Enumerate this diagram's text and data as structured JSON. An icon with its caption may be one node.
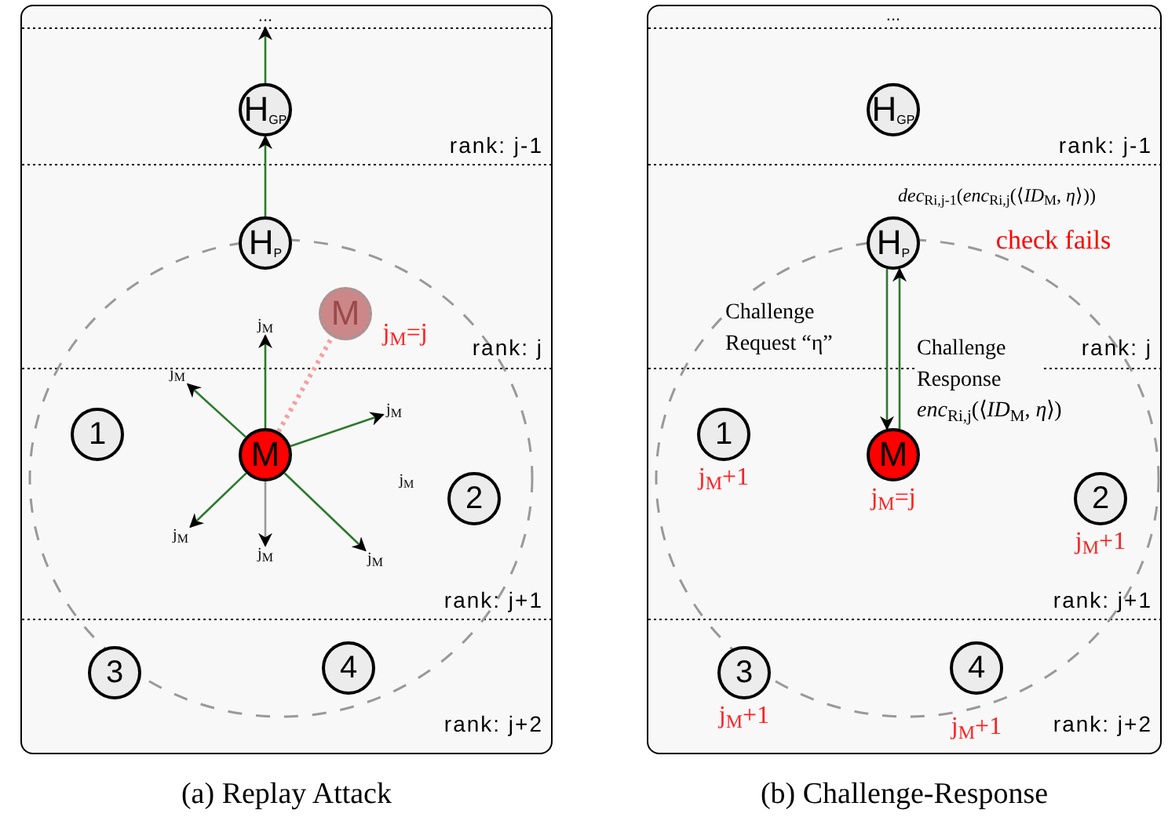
{
  "diagram": {
    "nodes": [
      {
        "text": [
          "(a) Replay Attack"
        ]
      },
      {
        "text": [
          "..."
        ],
        "in": 0
      },
      {
        "text": [
          "H$_{GP}$"
        ],
        "in": 0
      },
      {
        "text": [
          "H$_{P}$"
        ],
        "in": 0
      },
      {
        "text": [
          "M"
        ],
        "in": 0,
        "beside": [
          "j$_{M}$=j"
        ]
      },
      {
        "text": [
          "M"
        ],
        "in": 0
      },
      {
        "text": [
          "1"
        ],
        "in": 0
      },
      {
        "text": [
          "2"
        ],
        "in": 0
      },
      {
        "text": [
          "3"
        ],
        "in": 0
      },
      {
        "text": [
          "4"
        ],
        "in": 0
      },
      {
        "text": [
          "j$_{M}$"
        ],
        "in": 0
      },
      {
        "text": [
          "j$_{M}$"
        ],
        "in": 0
      },
      {
        "text": [
          "j$_{M}$"
        ],
        "in": 0
      },
      {
        "text": [
          "j$_{M}$"
        ],
        "in": 0
      },
      {
        "text": [
          "j$_{M}$"
        ],
        "in": 0
      },
      {
        "text": [
          "j$_{M}$"
        ],
        "in": 0
      },
      {
        "text": [
          "(b) Challenge-Response"
        ]
      },
      {
        "text": [
          "H$_{GP}$"
        ],
        "in": 16
      },
      {
        "text": [
          "H$_{P}$"
        ],
        "in": 16,
        "beside": [
          "*dec*$_{Ri,j-1}$(*enc*$_{Ri,j}$(⟨*ID*$_{M}$, *η*⟩))",
          "check fails"
        ]
      },
      {
        "text": [
          "M"
        ],
        "in": 16,
        "beside": [
          "j$_{M}$=j"
        ]
      },
      {
        "text": [
          "1"
        ],
        "in": 16,
        "beside": [
          "j$_{M}$+1"
        ]
      },
      {
        "text": [
          "2"
        ],
        "in": 16,
        "beside": [
          "j$_{M}$+1"
        ]
      },
      {
        "text": [
          "3"
        ],
        "in": 16,
        "beside": [
          "j$_{M}$+1"
        ]
      },
      {
        "text": [
          "4"
        ],
        "in": 16,
        "beside": [
          "j$_{M}$+1"
        ]
      }
    ],
    "edges": [
      {
        "from": 3,
        "to": 2,
        "arrow": "to"
      },
      {
        "from": 2,
        "to": 1,
        "arrow": "to"
      },
      {
        "from": 5,
        "to": 10,
        "arrow": "to"
      },
      {
        "from": 5,
        "to": 11,
        "arrow": "to"
      },
      {
        "from": 5,
        "to": 12,
        "arrow": "to"
      },
      {
        "from": 5,
        "to": 13,
        "arrow": "to"
      },
      {
        "from": 5,
        "to": 14,
        "arrow": "to",
        "color": "#999999"
      },
      {
        "from": 5,
        "to": 15,
        "arrow": "to"
      },
      {
        "from": 5,
        "to": 4,
        "arrow": "none",
        "style": "dashed",
        "color": "#f4a0a0"
      },
      {
        "from": 18,
        "to": 19,
        "arrow": "to",
        "label": "Challenge Request “η”"
      },
      {
        "from": 19,
        "to": 18,
        "arrow": "to",
        "label": "Challenge Response"
      }
    ],
    "labels": [
      "rank: j-1",
      "rank: j",
      "rank: j+1",
      "rank: j+2",
      "j$_{M}$",
      "...",
      "rank: j-1",
      "rank: j",
      "rank: j+1",
      "rank: j+2",
      "*enc*$_{Ri,j}$(⟨*ID*$_{M}$, *η*⟩)"
    ]
  }
}
